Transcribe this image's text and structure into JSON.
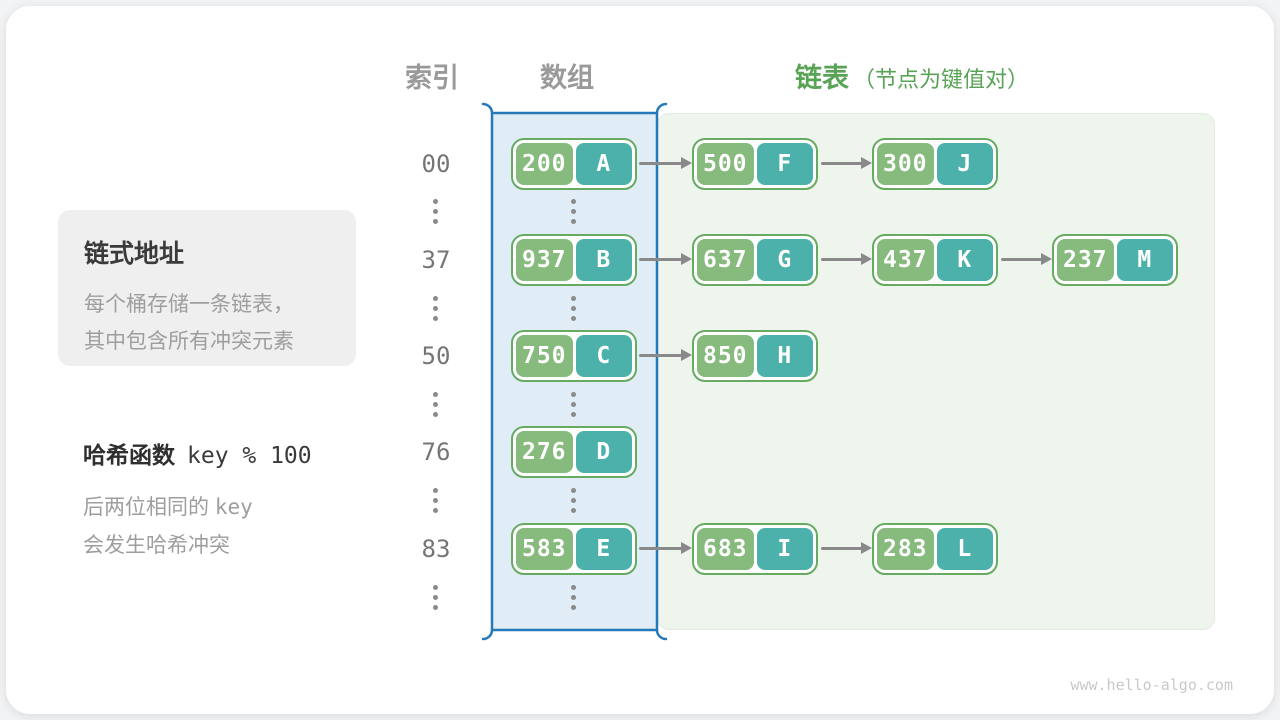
{
  "headers": {
    "index": "索引",
    "array": "数组",
    "list": "链表",
    "list_note": "（节点为键值对）"
  },
  "info_box": {
    "title": "链式地址",
    "lines": [
      "每个桶存储一条链表，",
      "其中包含所有冲突元素"
    ]
  },
  "hash_note": {
    "title": "哈希函数",
    "formula": "key % 100",
    "desc_prefix": "后两位相同的",
    "desc_key": "key",
    "desc_line2": "会发生哈希冲突"
  },
  "rows": [
    {
      "index": "00",
      "bucket": {
        "key": "200",
        "value": "A"
      },
      "chain": [
        {
          "key": "500",
          "value": "F"
        },
        {
          "key": "300",
          "value": "J"
        }
      ]
    },
    {
      "index": "37",
      "bucket": {
        "key": "937",
        "value": "B"
      },
      "chain": [
        {
          "key": "637",
          "value": "G"
        },
        {
          "key": "437",
          "value": "K"
        },
        {
          "key": "237",
          "value": "M"
        }
      ]
    },
    {
      "index": "50",
      "bucket": {
        "key": "750",
        "value": "C"
      },
      "chain": [
        {
          "key": "850",
          "value": "H"
        }
      ]
    },
    {
      "index": "76",
      "bucket": {
        "key": "276",
        "value": "D"
      },
      "chain": []
    },
    {
      "index": "83",
      "bucket": {
        "key": "583",
        "value": "E"
      },
      "chain": [
        {
          "key": "683",
          "value": "I"
        },
        {
          "key": "283",
          "value": "L"
        }
      ]
    }
  ],
  "watermark": "www.hello-algo.com",
  "colors": {
    "array_border_blue": "#2579b8",
    "array_fill_blue": "#e0edf6",
    "list_fill_green": "#eef5ec",
    "node_border_green": "#67ab63",
    "key_tile_green": "#87ba7d",
    "value_tile_teal": "#4cb1aa",
    "arrow_gray": "#898989",
    "header_green": "#58a355",
    "header_gray": "#9a9a9a"
  }
}
